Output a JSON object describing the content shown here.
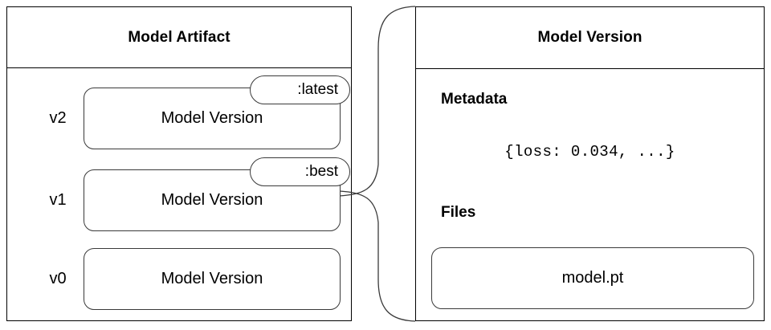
{
  "artifact_panel": {
    "title": "Model Artifact",
    "versions": [
      {
        "label": "v2",
        "box_text": "Model Version",
        "tag": ":latest"
      },
      {
        "label": "v1",
        "box_text": "Model Version",
        "tag": ":best"
      },
      {
        "label": "v0",
        "box_text": "Model Version",
        "tag": null
      }
    ]
  },
  "version_panel": {
    "title": "Model Version",
    "metadata": {
      "heading": "Metadata",
      "value": "{loss: 0.034, ...}"
    },
    "files": {
      "heading": "Files",
      "items": [
        {
          "name": "model.pt"
        }
      ]
    }
  },
  "connector": {
    "name": "brace-connector",
    "from": "v1 model version box",
    "to": "Model Version panel"
  },
  "colors": {
    "background": "#ffffff",
    "panel_border": "#000000",
    "box_border": "#3a3a3a",
    "text": "#000000"
  }
}
